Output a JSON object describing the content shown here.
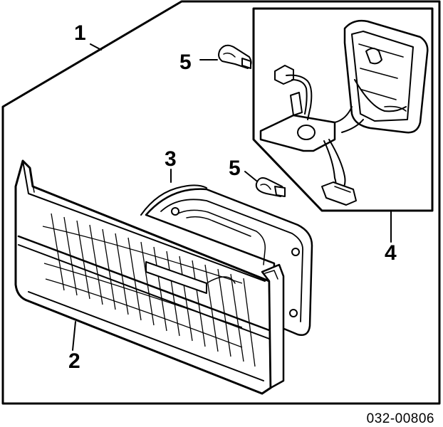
{
  "callouts": {
    "lens_assembly": "1",
    "lens_housing": "2",
    "gasket": "3",
    "socket_harness": "4",
    "bulb_upper": "5",
    "bulb_lower": "5"
  },
  "diagram_code": "032-00806"
}
